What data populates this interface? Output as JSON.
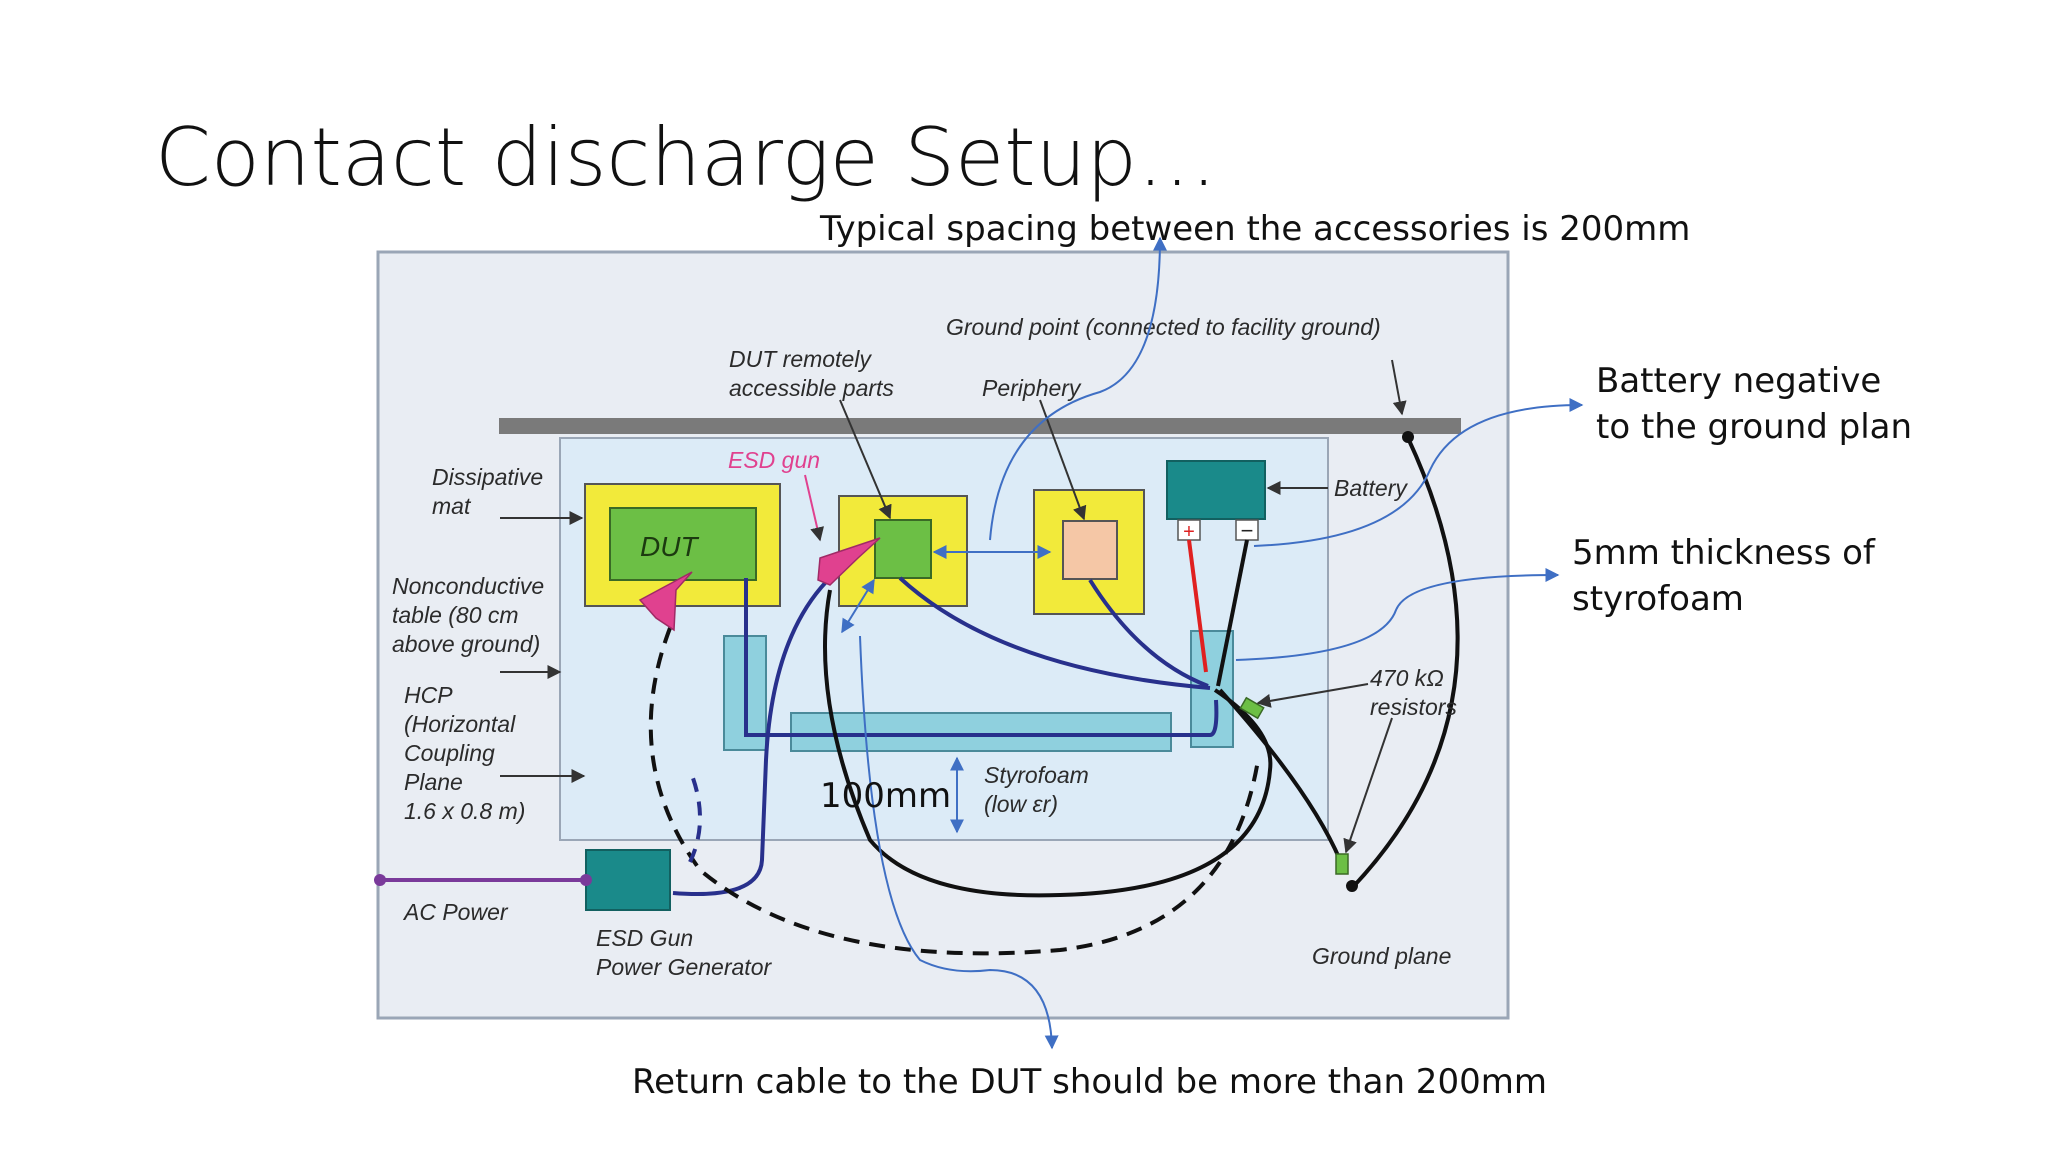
{
  "slide": {
    "title": "Contact discharge Setup…"
  },
  "annotations": {
    "spacing": "Typical spacing between the accessories is 200mm",
    "battery_negative": [
      "Battery negative",
      "to the ground plan"
    ],
    "styrofoam_thickness": [
      "5mm thickness of",
      "styrofoam"
    ],
    "height": "100mm",
    "return_cable": "Return cable to the DUT should be more than 200mm"
  },
  "diagram": {
    "ground_point": "Ground point (connected to facility ground)",
    "dut_remote": [
      "DUT remotely",
      "accessible parts"
    ],
    "periphery": "Periphery",
    "esd_gun": "ESD gun",
    "dissipative_mat": [
      "Dissipative",
      "mat"
    ],
    "dut": "DUT",
    "battery": "Battery",
    "nonconductive_table": [
      "Nonconductive",
      "table (80 cm",
      "above ground)"
    ],
    "hcp": [
      "HCP",
      "(Horizontal",
      "Coupling",
      "Plane",
      "1.6 x 0.8 m)"
    ],
    "styrofoam": [
      "Styrofoam",
      "(low εr)"
    ],
    "resistors": [
      "470 kΩ",
      "resistors"
    ],
    "ac_power": "AC Power",
    "generator": [
      "ESD Gun",
      "Power Generator"
    ],
    "ground_plane": "Ground plane",
    "battery_plus": "+",
    "battery_minus": "−"
  },
  "colors": {
    "ground_plane_bg": "#e9edf3",
    "hcp_bg": "#dcebf7",
    "mat_yellow": "#f2ea3a",
    "dut_green": "#6cbf45",
    "teal": "#1a8a8a",
    "styrofoam": "#8fd0de",
    "esd_pink": "#e0418f",
    "cable_blue": "#28308c",
    "annot_arrow": "#3f6fc4",
    "periphery_box": "#f5c7a6",
    "ac_purple": "#7a3a9a"
  }
}
